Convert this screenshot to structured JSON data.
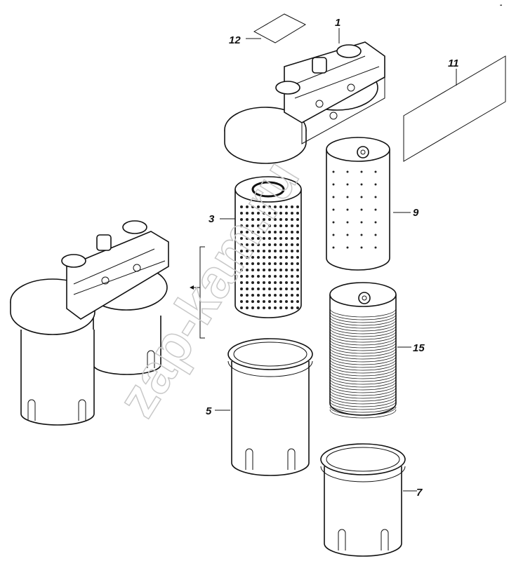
{
  "diagram": {
    "parts": [
      {
        "id": "12",
        "label": "12",
        "name": "gasket-sheet"
      },
      {
        "id": "1",
        "label": "1",
        "name": "filter-housing-head"
      },
      {
        "id": "11",
        "label": "11",
        "name": "label-plate"
      },
      {
        "id": "3",
        "label": "3",
        "name": "perforated-filter-element"
      },
      {
        "id": "9",
        "label": "9",
        "name": "filter-element"
      },
      {
        "id": "15",
        "label": "15",
        "name": "pleated-filter-element"
      },
      {
        "id": "5",
        "label": "5",
        "name": "filter-bowl"
      },
      {
        "id": "7",
        "label": "7",
        "name": "filter-bowl"
      }
    ],
    "watermark": "zap-kam.ru",
    "corner_mark": "-"
  }
}
